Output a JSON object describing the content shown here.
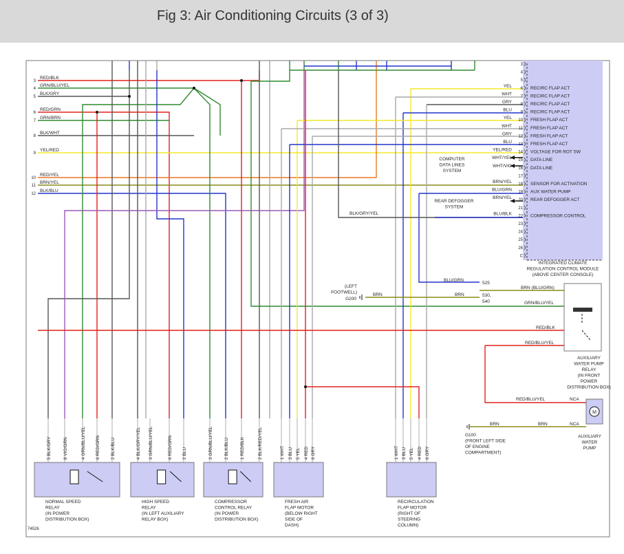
{
  "header": {
    "title": "Fig 3: Air Conditioning Circuits (3 of 3)"
  },
  "diagram_id": "74526",
  "left_wires": [
    {
      "num": "3",
      "label": "RED/BLK"
    },
    {
      "num": "4",
      "label": "GRN/BLU/YEL"
    },
    {
      "num": "5",
      "label": "BLK/GRY"
    },
    {
      "num": "6",
      "label": "RED/GRN"
    },
    {
      "num": "7",
      "label": "GRN/BRN"
    },
    {
      "num": "8",
      "label": "BLK/WHT"
    },
    {
      "num": "9",
      "label": "YEL/RED"
    },
    {
      "num": "10",
      "label": "RED/YEL"
    },
    {
      "num": "11",
      "label": "BRN/YEL"
    },
    {
      "num": "12",
      "label": "BLK/BLU"
    }
  ],
  "module": {
    "caption": [
      "INTEGRATED CLIMATE",
      "REGULATION CONTROL MODULE",
      "(ABOVE CENTER CONSOLE)"
    ],
    "pins": [
      {
        "num": "3",
        "wire": "",
        "func": ""
      },
      {
        "num": "4",
        "wire": "",
        "func": ""
      },
      {
        "num": "5",
        "wire": "",
        "func": ""
      },
      {
        "num": "6",
        "wire": "YEL",
        "func": "RECIRC FLAP ACT"
      },
      {
        "num": "7",
        "wire": "WHT",
        "func": "RECIRC FLAP ACT"
      },
      {
        "num": "8",
        "wire": "GRY",
        "func": "RECIRC FLAP ACT"
      },
      {
        "num": "9",
        "wire": "BLU",
        "func": "RECIRC FLAP ACT"
      },
      {
        "num": "10",
        "wire": "YEL",
        "func": "FRESH FLAP ACT"
      },
      {
        "num": "11",
        "wire": "WHT",
        "func": "FRESH FLAP ACT"
      },
      {
        "num": "12",
        "wire": "GRY",
        "func": "FRESH FLAP ACT"
      },
      {
        "num": "13",
        "wire": "BLU",
        "func": "FRESH FLAP ACT"
      },
      {
        "num": "14",
        "wire": "YEL/RED",
        "func": "VOLTAGE FOR ROT SW"
      },
      {
        "num": "15",
        "wire": "WHT/YEL",
        "func": "DATA LINE"
      },
      {
        "num": "16",
        "wire": "WHT/VIO",
        "func": "DATA LINE"
      },
      {
        "num": "17",
        "wire": "",
        "func": ""
      },
      {
        "num": "18",
        "wire": "BRN/YEL",
        "func": "SENSOR FOR ACTIVATION"
      },
      {
        "num": "19",
        "wire": "BLU/GRN",
        "func": "AUX WATER PUMP"
      },
      {
        "num": "20",
        "wire": "BRN/YEL",
        "func": "REAR DEFOGGER ACT"
      },
      {
        "num": "21",
        "wire": "",
        "func": ""
      },
      {
        "num": "22",
        "wire": "BLU/BLK",
        "func": "COMPRESSOR CONTROL"
      },
      {
        "num": "23",
        "wire": "",
        "func": ""
      },
      {
        "num": "24",
        "wire": "",
        "func": ""
      },
      {
        "num": "25",
        "wire": "",
        "func": ""
      },
      {
        "num": "26",
        "wire": "",
        "func": ""
      },
      {
        "num": "C",
        "wire": "",
        "func": ""
      }
    ]
  },
  "computer_data_lines": [
    "COMPUTER",
    "DATA LINES",
    "SYSTEM"
  ],
  "rear_defogger": [
    "REAR DEFOGGER",
    "SYSTEM"
  ],
  "blk_gry_yel": "BLK/GRY/YEL",
  "splice_525": "525",
  "splice_530": "530,",
  "splice_540": "540",
  "blu_grn_short": "BLU/GRN",
  "brn": "BRN",
  "brn_blu_grn": "BRN (BLU/GRN)",
  "grn_blu_yel": "GRN/BLU/YEL",
  "red_blk": "RED/BLK",
  "red_blu_yel": "RED/BLU/YEL",
  "nca": "NCA",
  "left_footwell": [
    "(LEFT",
    "FOOTWELL)"
  ],
  "g200": "G200",
  "g100": [
    "G100",
    "(FRONT LEFT SIDE",
    "OF ENGINE",
    "COMPARTMENT)"
  ],
  "aux_relay": [
    "AUXILIARY",
    "WATER PUMP",
    "RELAY",
    "(IN FRONT",
    "POWER",
    "DISTRIBUTION BOX)"
  ],
  "aux_pump": [
    "AUXILIARY",
    "WATER",
    "PUMP"
  ],
  "motor_symbol": "M",
  "bottom_components": [
    {
      "caption": [
        "NORMAL SPEED",
        "RELAY",
        "(IN POWER",
        "DISTRIBUTION BOX)"
      ],
      "pins": [
        [
          "5",
          "BLK/GRY"
        ],
        [
          "8",
          "VIO/GRN"
        ],
        [
          "4",
          "GRN/BLU/YEL"
        ],
        [
          "6",
          "RED/GRN"
        ],
        [
          "2",
          "BLK/BLU"
        ]
      ]
    },
    {
      "caption": [
        "HIGH SPEED",
        "RELAY",
        "(IN LEFT AUXILIARY",
        "RELAY BOX)"
      ],
      "pins": [
        [
          "4",
          "BLK/GRY/YEL"
        ],
        [
          "3",
          "GRN/BLU/YEL"
        ],
        [
          "6",
          "RED/GRN"
        ],
        [
          "2",
          "BLU"
        ]
      ]
    },
    {
      "caption": [
        "COMPRESSOR",
        "CONTROL RELAY",
        "(IN POWER",
        "DISTRIBUTION BOX)"
      ],
      "pins": [
        [
          "3",
          "GRN/BLU/YEL"
        ],
        [
          "2",
          "BLK/BLU"
        ],
        [
          "1",
          "RED/BLK"
        ],
        [
          "2",
          "BLK/RED/YEL"
        ]
      ]
    },
    {
      "caption": [
        "FRESH AIR",
        "FLAP MOTOR",
        "(BELOW RIGHT",
        "SIDE OF",
        "DASH)"
      ],
      "pins": [
        [
          "1",
          "WHT"
        ],
        [
          "3",
          "BLU"
        ],
        [
          "5",
          "YEL"
        ],
        [
          "4",
          "RED"
        ],
        [
          "6",
          "GRY"
        ]
      ]
    },
    {
      "caption": [
        "RECIRCULATION",
        "FLAP MOTOR",
        "(RIGHT OF",
        "STEERING",
        "COLUMN)"
      ],
      "pins": [
        [
          "1",
          "WHT"
        ],
        [
          "3",
          "BLU"
        ],
        [
          "5",
          "YEL"
        ],
        [
          "4",
          "RED"
        ],
        [
          "6",
          "GRY"
        ]
      ]
    }
  ],
  "colors": {
    "red": "#e0201b",
    "green": "#2f8a2f",
    "yellow": "#f2e82a",
    "blue": "#2233cc",
    "gray": "#555555",
    "lightgray": "#a9a9a9",
    "orange": "#e87722",
    "olive": "#8a8a18",
    "violet": "#9b59b6",
    "brownred": "#a0522d",
    "gold": "#c9a12b",
    "module_fill": "#ccccf5"
  }
}
